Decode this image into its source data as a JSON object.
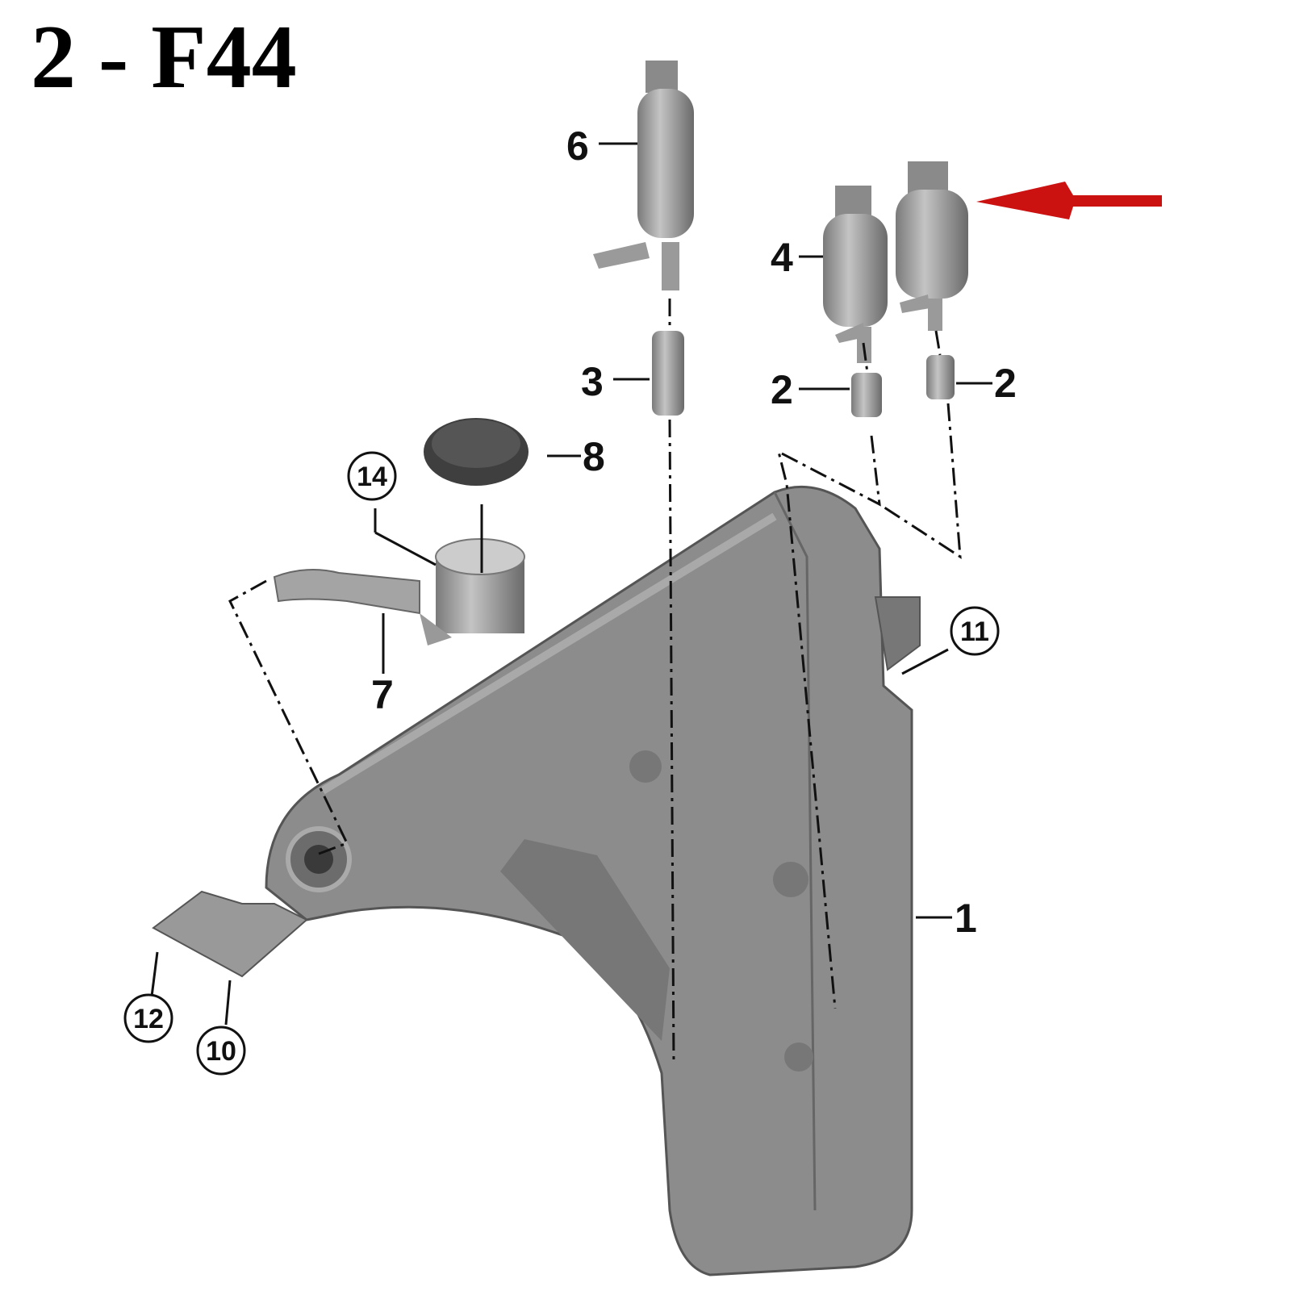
{
  "title": "2 - F44",
  "callouts": {
    "c1": "1",
    "c2a": "2",
    "c2b": "2",
    "c3": "3",
    "c4": "4",
    "c6": "6",
    "c7": "7",
    "c8": "8",
    "c10": "10",
    "c11": "11",
    "c12": "12",
    "c14": "14"
  },
  "colors": {
    "arrow": "#cc1111",
    "part": "#8f8f8f",
    "part_dark": "#6f6f6f",
    "part_light": "#b8b8b8"
  }
}
